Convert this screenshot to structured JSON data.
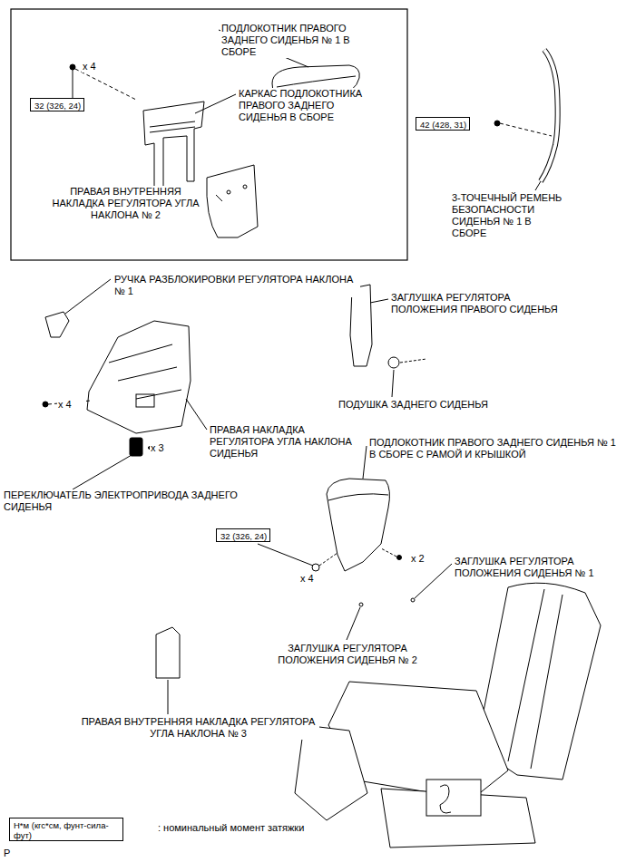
{
  "diagram": {
    "nodes": [
      {
        "text": [
          "32 (326, 24)"
        ]
      },
      {
        "text": [
          "42 (428, 31)"
        ]
      },
      {
        "text": [
          "32 (326, 24)"
        ]
      },
      {
        "text": [
          "Н*м (кгс*см, фунт-сила-фут)"
        ]
      }
    ],
    "labels": [
      "ПОДЛОКОТНИК ПРАВОГО ЗАДНЕГО СИДЕНЬЯ № 1 В СБОРЕ",
      "x 4",
      "КАРКАС ПОДЛОКОТНИКА ПРАВОГО ЗАДНЕГО СИДЕНЬЯ В СБОРЕ",
      "ПРАВАЯ ВНУТРЕННЯЯ НАКЛАДКА РЕГУЛЯТОРА УГЛА НАКЛОНА № 2",
      "3-ТОЧЕЧНЫЙ РЕМЕНЬ БЕЗОПАСНОСТИ СИДЕНЬЯ № 1 В СБОРЕ",
      "РУЧКА РАЗБЛОКИРОВКИ РЕГУЛЯТОРА НАКЛОНА № 1",
      "ЗАГЛУШКА РЕГУЛЯТОРА ПОЛОЖЕНИЯ ПРАВОГО СИДЕНЬЯ",
      "x 4",
      "ПОДУШКА ЗАДНЕГО СИДЕНЬЯ",
      "ПРАВАЯ НАКЛАДКА РЕГУЛЯТОРА УГЛА НАКЛОНА СИДЕНЬЯ",
      "x 3",
      "ПЕРЕКЛЮЧАТЕЛЬ ЭЛЕКТРОПРИВОДА ЗАДНЕГО СИДЕНЬЯ",
      "ПОДЛОКОТНИК ПРАВОГО ЗАДНЕГО СИДЕНЬЯ № 1 В СБОРЕ С РАМОЙ И КРЫШКОЙ",
      "x 2",
      "ЗАГЛУШКА РЕГУЛЯТОРА ПОЛОЖЕНИЯ СИДЕНЬЯ № 1",
      "x 4",
      "ЗАГЛУШКА РЕГУЛЯТОРА ПОЛОЖЕНИЯ СИДЕНЬЯ № 2",
      "ПРАВАЯ ВНУТРЕННЯЯ НАКЛАДКА РЕГУЛЯТОРА УГЛА НАКЛОНА № 3",
      ": номинальный момент затяжки",
      "P"
    ]
  }
}
